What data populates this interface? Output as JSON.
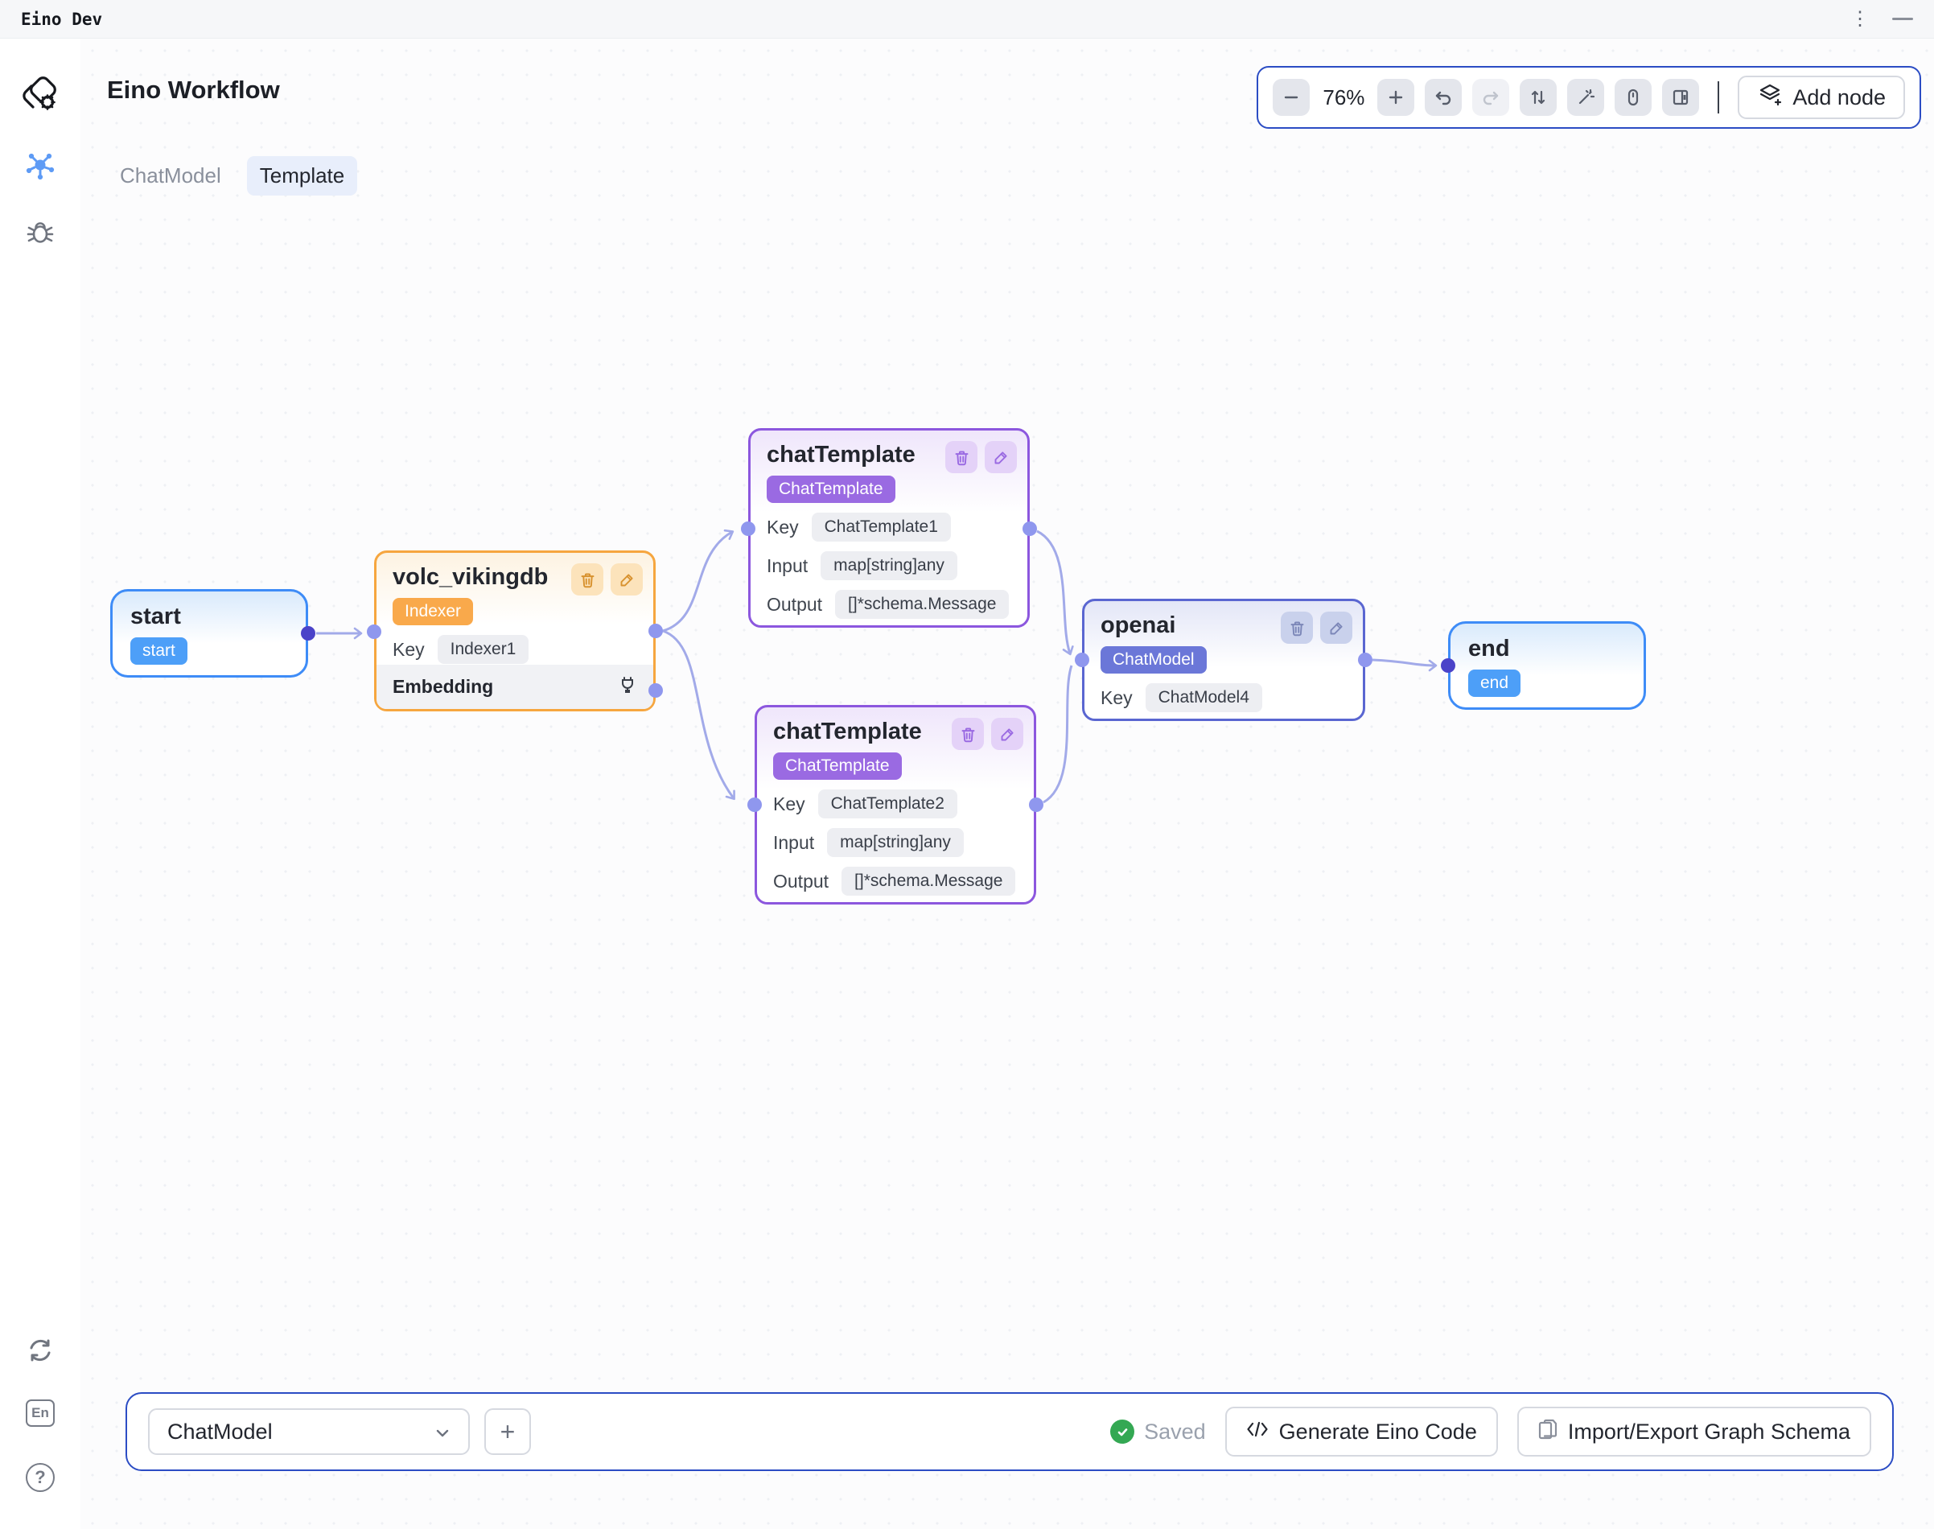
{
  "titlebar": {
    "app_title": "Eino Dev"
  },
  "header": {
    "title": "Eino Workflow"
  },
  "tabs": {
    "items": [
      {
        "label": "ChatModel",
        "active": false
      },
      {
        "label": "Template",
        "active": true
      }
    ]
  },
  "toolbar": {
    "zoom_level": "76%",
    "add_node_label": "Add node"
  },
  "sidebar": {
    "language_label": "En",
    "help_label": "?"
  },
  "canvas": {
    "nodes": {
      "start": {
        "title": "start",
        "badge": "start"
      },
      "volc": {
        "title": "volc_vikingdb",
        "badge": "Indexer",
        "rows": [
          {
            "label": "Key",
            "value": "Indexer1"
          }
        ],
        "section_label": "Embedding"
      },
      "chat1": {
        "title": "chatTemplate",
        "badge": "ChatTemplate",
        "rows": [
          {
            "label": "Key",
            "value": "ChatTemplate1"
          },
          {
            "label": "Input",
            "value": "map[string]any"
          },
          {
            "label": "Output",
            "value": "[]*schema.Message"
          }
        ]
      },
      "chat2": {
        "title": "chatTemplate",
        "badge": "ChatTemplate",
        "rows": [
          {
            "label": "Key",
            "value": "ChatTemplate2"
          },
          {
            "label": "Input",
            "value": "map[string]any"
          },
          {
            "label": "Output",
            "value": "[]*schema.Message"
          }
        ]
      },
      "openai": {
        "title": "openai",
        "badge": "ChatModel",
        "rows": [
          {
            "label": "Key",
            "value": "ChatModel4"
          }
        ]
      },
      "end": {
        "title": "end",
        "badge": "end"
      }
    },
    "edges": [
      {
        "from": "start",
        "to": "volc_vikingdb"
      },
      {
        "from": "volc_vikingdb",
        "to": "chatTemplate1"
      },
      {
        "from": "volc_vikingdb",
        "to": "chatTemplate2"
      },
      {
        "from": "chatTemplate1",
        "to": "openai"
      },
      {
        "from": "chatTemplate2",
        "to": "openai"
      },
      {
        "from": "openai",
        "to": "end"
      }
    ]
  },
  "bottom_bar": {
    "node_type_value": "ChatModel",
    "add_button_label": "+",
    "status": "Saved",
    "generate_label": "Generate Eino Code",
    "import_export_label": "Import/Export Graph Schema"
  },
  "colors": {
    "panel_border_blue": "#2b4cc4",
    "node_start_end_border": "#3e8cf7",
    "node_indexer_border": "#f6a63f",
    "node_template_border": "#8c57de",
    "node_chatmodel_border": "#5a66d1",
    "badge_blue": "#4d9ff8",
    "badge_indexer": "#f9a94b",
    "badge_template": "#9a6ae2",
    "badge_chatmodel": "#6b77d8",
    "edge": "#a2aae9",
    "dot_dark": "#4b43c9",
    "dot_light": "#8f97ee",
    "saved_green": "#34a853",
    "sidebar_active_icon": "#5e9bf5"
  }
}
